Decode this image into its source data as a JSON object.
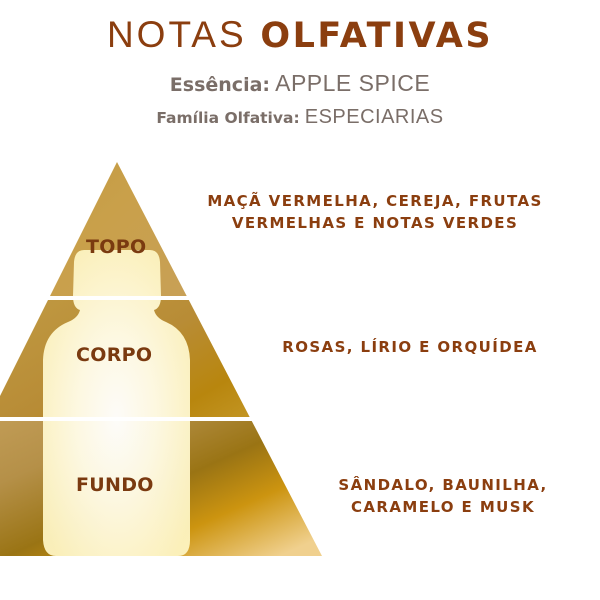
{
  "header": {
    "title_light": "NOTAS",
    "title_bold": "OLFATIVAS",
    "essence_label": "Essência:",
    "essence_value": "APPLE SPICE",
    "family_label": "Família Olfativa:",
    "family_value": "ESPECIARIAS"
  },
  "pyramid": {
    "levels": [
      {
        "label": "TOPO",
        "notes_line1": "MAÇÃ VERMELHA, CEREJA, FRUTAS",
        "notes_line2": "VERMELHAS E NOTAS VERDES"
      },
      {
        "label": "CORPO",
        "notes_line1": "ROSAS, LÍRIO E ORQUÍDEA",
        "notes_line2": ""
      },
      {
        "label": "FUNDO",
        "notes_line1": "SÂNDALO, BAUNILHA,",
        "notes_line2": "CARAMELO E MUSK"
      }
    ],
    "icon": "perfume-bottle-icon"
  },
  "colors": {
    "title": "#8B3E0F",
    "subtitle": "#7A6E68",
    "level_label": "#7A3A10",
    "gold_light": "#C9A45E",
    "gold_dark": "#9A7414",
    "bottle_glow": "#FFF8D8"
  }
}
